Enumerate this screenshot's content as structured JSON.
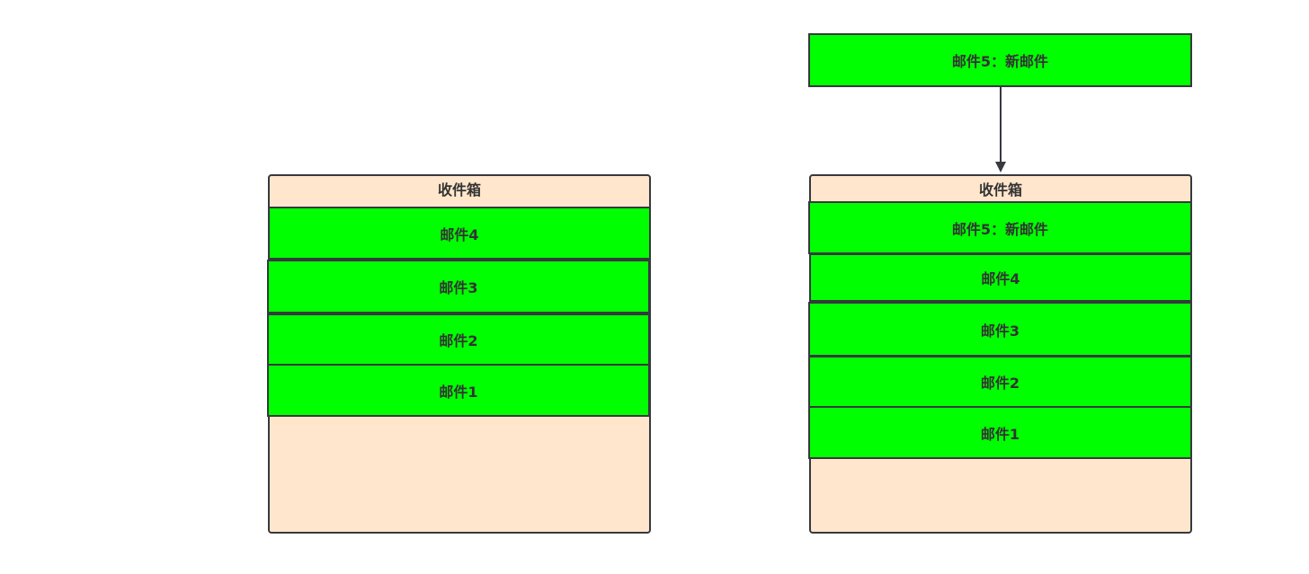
{
  "left_inbox": {
    "title": "收件箱",
    "mails": [
      "邮件4",
      "邮件3",
      "邮件2",
      "邮件1"
    ]
  },
  "right_inbox": {
    "title": "收件箱",
    "mails": [
      "邮件5：新邮件",
      "邮件4",
      "邮件3",
      "邮件2",
      "邮件1"
    ]
  },
  "incoming_mail": {
    "label": "邮件5：新邮件"
  },
  "colors": {
    "inbox_fill": "#ffe6cc",
    "mail_fill": "#00ff00",
    "stroke": "#36393d",
    "text": "#333333"
  }
}
